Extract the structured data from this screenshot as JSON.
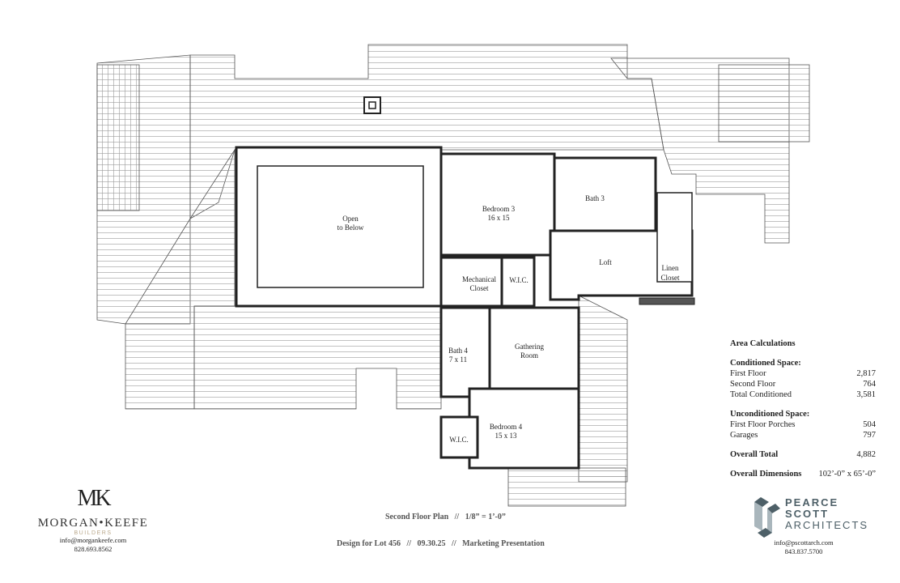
{
  "rooms": {
    "open_below": [
      "Open",
      "to Below"
    ],
    "bedroom3": [
      "Bedroom 3",
      "16 x 15"
    ],
    "bath3": "Bath 3",
    "loft": "Loft",
    "linen": [
      "Linen",
      "Closet"
    ],
    "mechanical": [
      "Mechanical",
      "Closet"
    ],
    "wic_upper": "W.I.C.",
    "gathering": [
      "Gathering",
      "Room"
    ],
    "bath4": [
      "Bath 4",
      "7 x 11"
    ],
    "bedroom4": [
      "Bedroom 4",
      "15 x 13"
    ],
    "wic_lower": "W.I.C."
  },
  "area": {
    "title": "Area Calculations",
    "conditioned_heading": "Conditioned Space:",
    "conditioned": [
      {
        "label": "First Floor",
        "value": "2,817"
      },
      {
        "label": "Second Floor",
        "value": "764"
      },
      {
        "label": "Total Conditioned",
        "value": "3,581"
      }
    ],
    "unconditioned_heading": "Unconditioned Space:",
    "unconditioned": [
      {
        "label": "First Floor Porches",
        "value": "504"
      },
      {
        "label": "Garages",
        "value": "797"
      }
    ],
    "overall_total_label": "Overall Total",
    "overall_total_value": "4,882",
    "dimensions_label": "Overall Dimensions",
    "dimensions_value": "102’-0” x 65’-0”"
  },
  "captions": {
    "plan": "Second Floor Plan   //   1/8” = 1’-0”",
    "design": "Design for Lot 456   //   09.30.25   //   Marketing Presentation"
  },
  "builder": {
    "monogram": "MK",
    "name": "MORGAN•KEEFE",
    "sub": "BUILDERS",
    "email": "info@morgankeefe.com",
    "phone": "828.693.8562",
    "accent": "#b9a78a"
  },
  "architect": {
    "line1": "PEARCE",
    "line2": "SCOTT",
    "line3": "ARCHITECTS",
    "email": "info@pscottarch.com",
    "phone": "843.837.5700",
    "color": "#4e6068"
  }
}
